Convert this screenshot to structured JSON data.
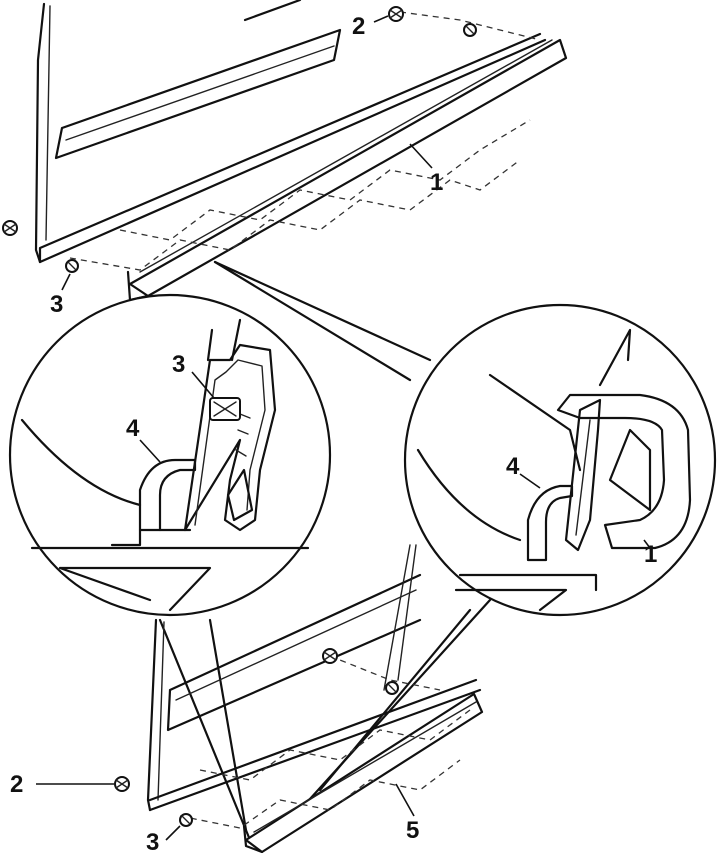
{
  "callouts": {
    "c1_top": "1",
    "c2_top": "2",
    "c3_top": "3",
    "c3_detail": "3",
    "c4_left": "4",
    "c4_right": "4",
    "c1_right": "1",
    "c2_bottom": "2",
    "c3_bottom": "3",
    "c5_bottom": "5"
  }
}
